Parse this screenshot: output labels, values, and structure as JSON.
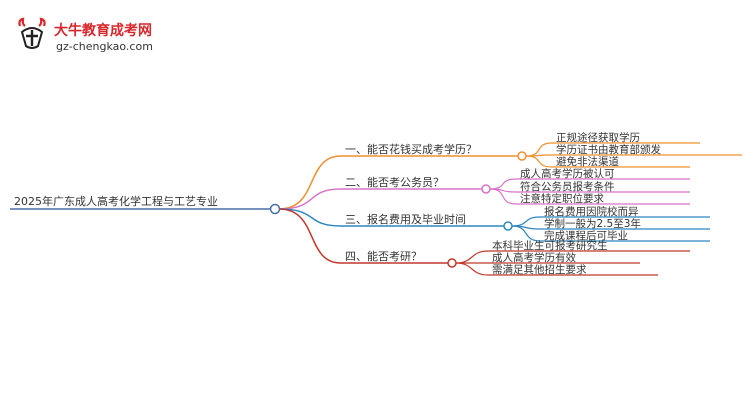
{
  "logo": {
    "title": "大牛教育成考网",
    "url": "gz-chengkao.com",
    "brand_color": "#d8262b",
    "url_color": "#333333"
  },
  "mindmap": {
    "root": "2025年广东成人高考化学工程与工艺专业",
    "root_color": "#4a6fa5",
    "branches": [
      {
        "label": "一、能否花钱买成考学历？",
        "color": "#f0902e",
        "children": [
          "正规途径获取学历",
          "学历证书由教育部颁发",
          "避免非法渠道"
        ]
      },
      {
        "label": "二、能否考公务员？",
        "color": "#d873c8",
        "children": [
          "成人高考学历被认可",
          "符合公务员报考条件",
          "注意特定职位要求"
        ]
      },
      {
        "label": "三、报名费用及毕业时间",
        "color": "#2e86c1",
        "children": [
          "报名费用因院校而异",
          "学制一般为2.5至3年",
          "完成课程后可毕业"
        ]
      },
      {
        "label": "四、能否考研？",
        "color": "#c0392b",
        "children": [
          "本科毕业生可报考研究生",
          "成人高考学历有效",
          "需满足其他招生要求"
        ]
      }
    ]
  },
  "icons": {
    "logo": "bull-logo-icon"
  }
}
